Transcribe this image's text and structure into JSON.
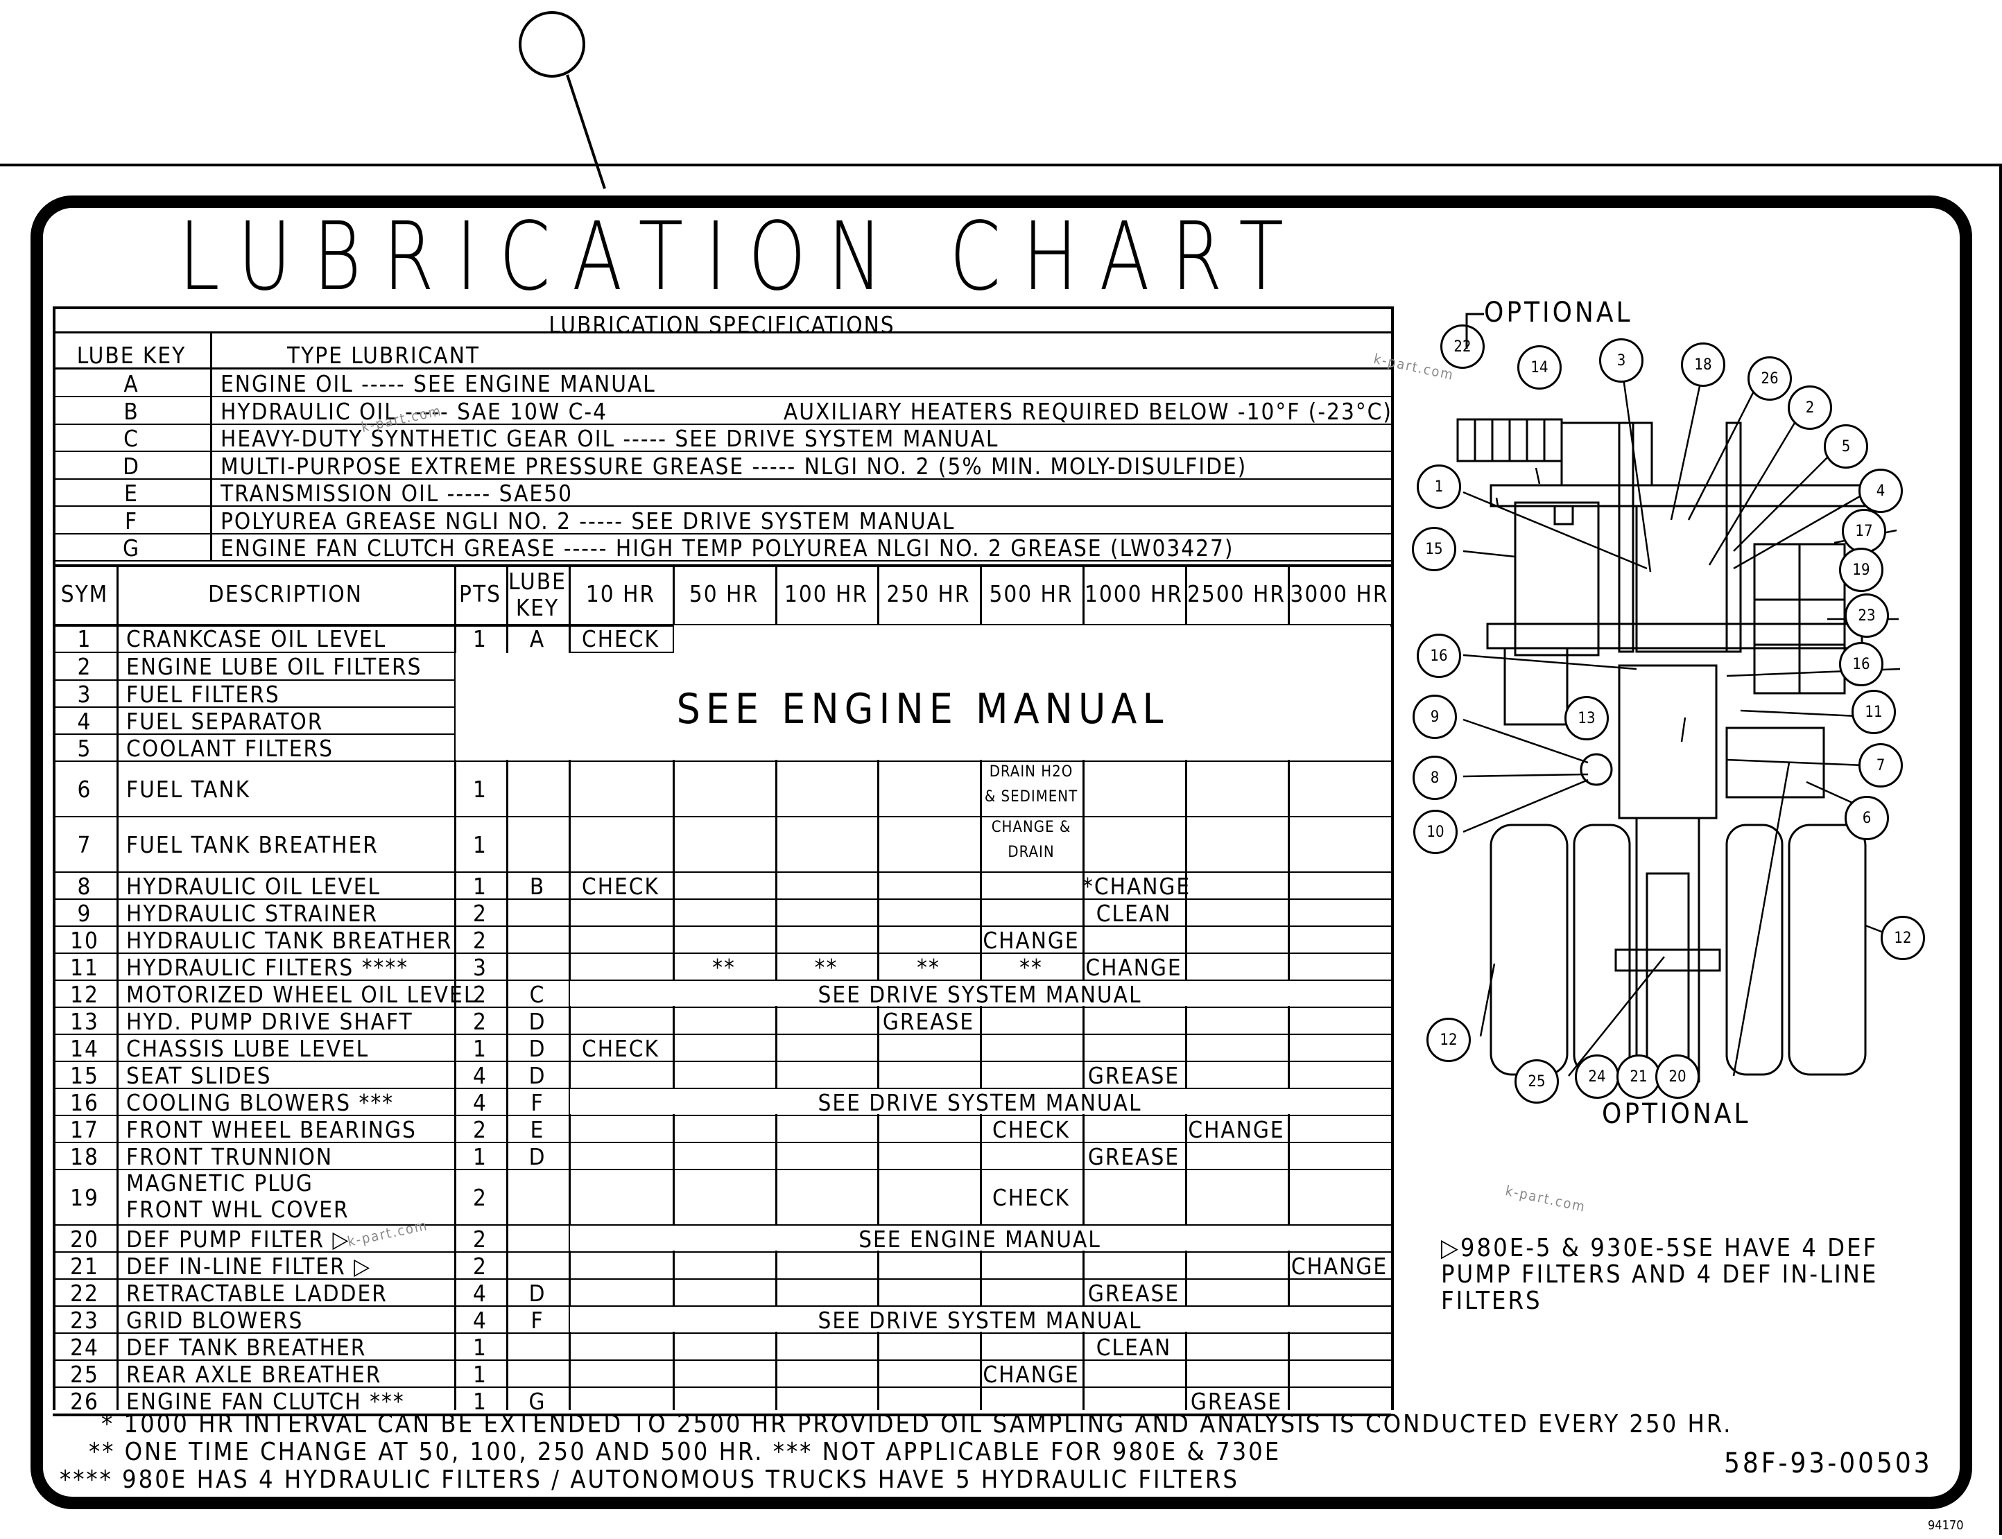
{
  "title": "LUBRICATION CHART",
  "specs": {
    "heading": "LUBRICATION SPECIFICATIONS",
    "col_key": "LUBE KEY",
    "col_type": "TYPE LUBRICANT",
    "rows": [
      {
        "key": "A",
        "text": "ENGINE OIL ----- SEE ENGINE MANUAL"
      },
      {
        "key": "B",
        "text": "HYDRAULIC OIL ----- SAE 10W C-4",
        "extra": "AUXILIARY HEATERS REQUIRED BELOW -10°F (-23°C)"
      },
      {
        "key": "C",
        "text": "HEAVY-DUTY SYNTHETIC GEAR OIL ----- SEE DRIVE SYSTEM MANUAL"
      },
      {
        "key": "D",
        "text": "MULTI-PURPOSE EXTREME PRESSURE GREASE ----- NLGI NO. 2 (5% MIN. MOLY-DISULFIDE)"
      },
      {
        "key": "E",
        "text": "TRANSMISSION OIL ----- SAE50"
      },
      {
        "key": "F",
        "text": "POLYUREA GREASE NGLI NO. 2 ----- SEE DRIVE SYSTEM MANUAL"
      },
      {
        "key": "G",
        "text": "ENGINE FAN CLUTCH GREASE ----- HIGH TEMP POLYUREA NLGI NO. 2 GREASE (LW03427)"
      }
    ]
  },
  "schedule": {
    "headers": [
      "SYM",
      "DESCRIPTION",
      "PTS",
      "LUBE\nKEY",
      "10 HR",
      "50 HR",
      "100 HR",
      "250 HR",
      "500 HR",
      "1000 HR",
      "2500 HR",
      "3000 HR"
    ],
    "header_lube_1": "LUBE",
    "header_lube_2": "KEY",
    "see_engine_manual": "SEE ENGINE MANUAL",
    "rows": [
      {
        "sym": "1",
        "desc": "CRANKCASE OIL LEVEL",
        "pts": "1",
        "key": "A",
        "h10": "CHECK"
      },
      {
        "sym": "2",
        "desc": "ENGINE LUBE OIL FILTERS"
      },
      {
        "sym": "3",
        "desc": "FUEL FILTERS"
      },
      {
        "sym": "4",
        "desc": "FUEL SEPARATOR"
      },
      {
        "sym": "5",
        "desc": "COOLANT FILTERS"
      },
      {
        "sym": "6",
        "desc": "FUEL TANK",
        "pts": "1",
        "h500a": "DRAIN H2O",
        "h500b": "& SEDIMENT"
      },
      {
        "sym": "7",
        "desc": "FUEL TANK BREATHER",
        "pts": "1",
        "h500a": "CHANGE &",
        "h500b": "DRAIN"
      },
      {
        "sym": "8",
        "desc": "HYDRAULIC OIL LEVEL",
        "pts": "1",
        "key": "B",
        "h10": "CHECK",
        "h1000": "*CHANGE"
      },
      {
        "sym": "9",
        "desc": "HYDRAULIC STRAINER",
        "pts": "2",
        "h1000": "CLEAN"
      },
      {
        "sym": "10",
        "desc": "HYDRAULIC TANK BREATHER",
        "pts": "2",
        "h500": "CHANGE"
      },
      {
        "sym": "11",
        "desc": "HYDRAULIC FILTERS ****",
        "pts": "3",
        "h50": "**",
        "h100": "**",
        "h250": "**",
        "h500": "**",
        "h1000": "CHANGE"
      },
      {
        "sym": "12",
        "desc": "MOTORIZED WHEEL OIL LEVEL",
        "pts": "2",
        "key": "C",
        "span": "SEE DRIVE SYSTEM MANUAL"
      },
      {
        "sym": "13",
        "desc": "HYD. PUMP DRIVE SHAFT",
        "pts": "2",
        "key": "D",
        "h250": "GREASE"
      },
      {
        "sym": "14",
        "desc": "CHASSIS LUBE LEVEL",
        "pts": "1",
        "key": "D",
        "h10": "CHECK"
      },
      {
        "sym": "15",
        "desc": "SEAT SLIDES",
        "pts": "4",
        "key": "D",
        "h1000": "GREASE"
      },
      {
        "sym": "16",
        "desc": "COOLING BLOWERS ***",
        "pts": "4",
        "key": "F",
        "span": "SEE DRIVE SYSTEM MANUAL"
      },
      {
        "sym": "17",
        "desc": "FRONT WHEEL BEARINGS",
        "pts": "2",
        "key": "E",
        "h500": "CHECK",
        "h2500": "CHANGE"
      },
      {
        "sym": "18",
        "desc": "FRONT TRUNNION",
        "pts": "1",
        "key": "D",
        "h1000": "GREASE"
      },
      {
        "sym": "19",
        "desc": "MAGNETIC PLUG",
        "desc2": "FRONT WHL COVER",
        "pts": "2",
        "h500": "CHECK"
      },
      {
        "sym": "20",
        "desc": "DEF PUMP FILTER",
        "pts": "2",
        "span": "SEE ENGINE MANUAL"
      },
      {
        "sym": "21",
        "desc": "DEF IN-LINE FILTER",
        "pts": "2",
        "h3000": "CHANGE"
      },
      {
        "sym": "22",
        "desc": "RETRACTABLE LADDER",
        "pts": "4",
        "key": "D",
        "h1000": "GREASE"
      },
      {
        "sym": "23",
        "desc": "GRID BLOWERS",
        "pts": "4",
        "key": "F",
        "span": "SEE DRIVE SYSTEM MANUAL"
      },
      {
        "sym": "24",
        "desc": "DEF TANK BREATHER",
        "pts": "1",
        "h1000": "CLEAN"
      },
      {
        "sym": "25",
        "desc": "REAR AXLE BREATHER",
        "pts": "1",
        "h500": "CHANGE"
      },
      {
        "sym": "26",
        "desc": "ENGINE FAN CLUTCH ***",
        "pts": "1",
        "key": "G",
        "h2500": "GREASE"
      }
    ]
  },
  "footnotes": [
    "* 1000 HR INTERVAL CAN BE EXTENDED TO 2500 HR PROVIDED OIL SAMPLING AND ANALYSIS IS CONDUCTED EVERY 250 HR.",
    "** ONE TIME CHANGE AT 50, 100, 250 AND 500 HR.     *** NOT APPLICABLE FOR 980E & 730E",
    "**** 980E HAS 4 HYDRAULIC FILTERS / AUTONOMOUS TRUCKS HAVE 5 HYDRAULIC FILTERS"
  ],
  "diagram": {
    "optional_top": "OPTIONAL",
    "optional_bottom": "OPTIONAL",
    "bubbles": [
      "22",
      "14",
      "3",
      "18",
      "26",
      "2",
      "5",
      "4",
      "1",
      "15",
      "17",
      "19",
      "23",
      "16",
      "16",
      "11",
      "9",
      "13",
      "8",
      "7",
      "10",
      "6",
      "12",
      "12",
      "25",
      "24",
      "21",
      "20"
    ]
  },
  "note": {
    "line1": "980E-5 & 930E-5SE HAVE 4 DEF",
    "line2": "PUMP FILTERS AND 4 DEF IN-LINE",
    "line3": "FILTERS"
  },
  "part_number": "58F-93-00503",
  "figure_number": "94170",
  "watermark": "k-part.com"
}
